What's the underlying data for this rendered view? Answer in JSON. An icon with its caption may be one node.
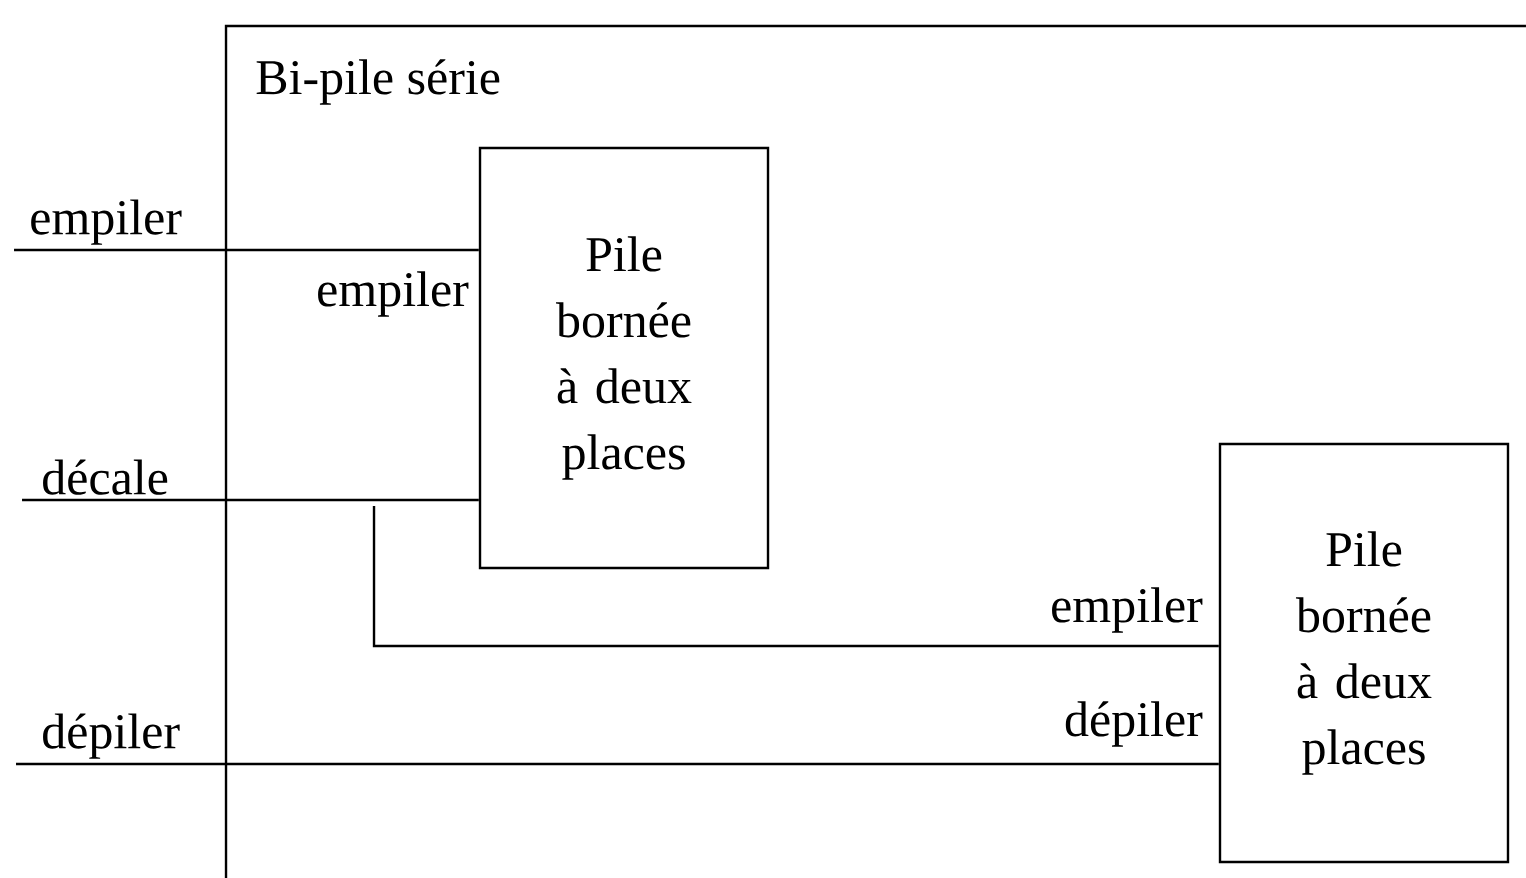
{
  "diagram": {
    "nodes": [
      {
        "text": [
          "Bi-pile série"
        ]
      },
      {
        "text": [
          "Pile bornée à deux places"
        ],
        "in": 0,
        "beside": [
          "empiler"
        ]
      },
      {
        "text": [
          "Pile bornée à deux places"
        ],
        "in": 0,
        "beside": [
          "empiler",
          "dépiler"
        ]
      }
    ],
    "edges": [
      {
        "from": null,
        "to": 1,
        "arrow": "none",
        "label": "empiler"
      },
      {
        "from": null,
        "to": 1,
        "arrow": "none",
        "label": "décale"
      },
      {
        "from": null,
        "to": 2,
        "arrow": "none"
      },
      {
        "from": null,
        "to": 2,
        "arrow": "none",
        "label": "dépiler"
      }
    ]
  }
}
